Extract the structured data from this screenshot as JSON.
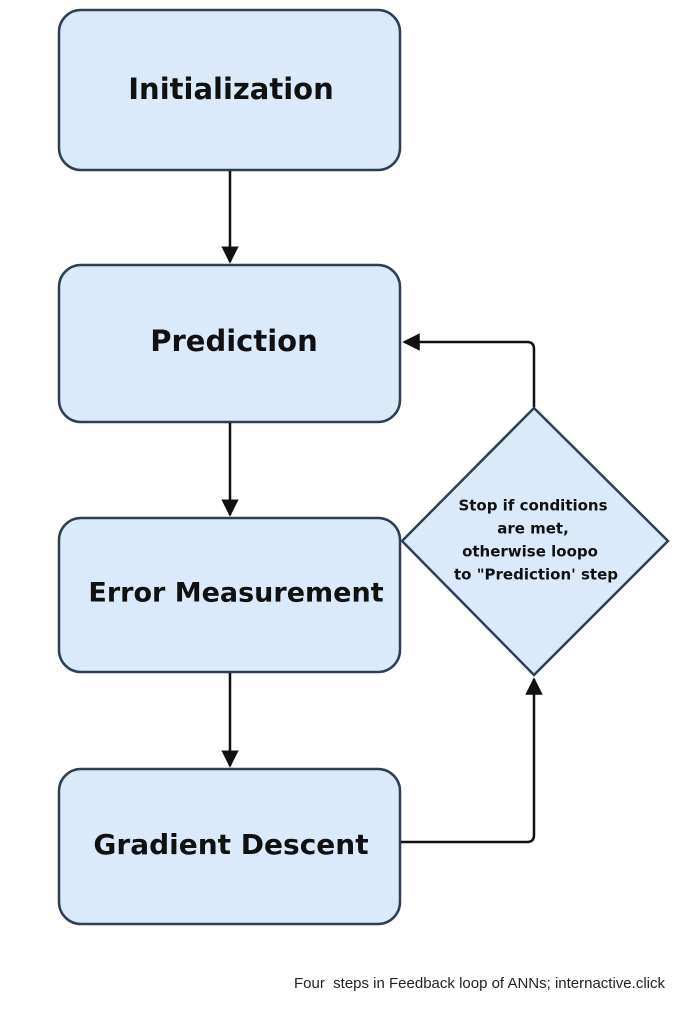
{
  "nodes": {
    "initialization": {
      "label": "Initialization"
    },
    "prediction": {
      "label": "Prediction"
    },
    "error_measurement": {
      "label": "Error Measurement"
    },
    "gradient_descent": {
      "label": "Gradient Descent"
    }
  },
  "decision": {
    "lines": [
      "Stop if conditions",
      "are met,",
      "otherwise loopo",
      "to \"Prediction' step"
    ]
  },
  "caption": "Four  steps in Feedback loop of ANNs; internactive.click",
  "colors": {
    "box_fill": "#dbeafb",
    "box_stroke": "#2d3f55",
    "arrow": "#111111"
  }
}
